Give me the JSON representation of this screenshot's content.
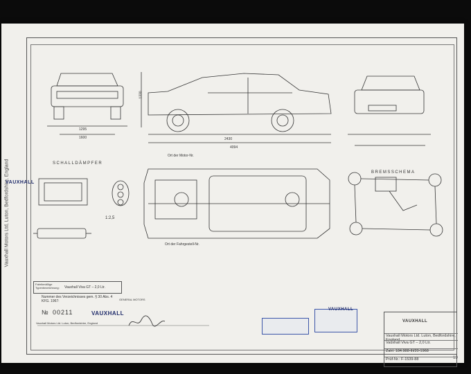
{
  "sheet": {
    "maker_side_text": "Vauxhall Motors Ltd, Luton, Bedfordshire, England",
    "brand_logo_text": "VAUXHALL",
    "section_labels": {
      "muffler": "SCHALLDÄMPFER",
      "brake_scheme": "BREMSSCHEMA"
    },
    "annotations": {
      "engine_no": "Ort der Motor-Nr.",
      "chassis_no": "Ort der Fahrgestell-Nr.",
      "scale": "1:2,5",
      "dim_wheelbase": "2430",
      "dim_length": "4094",
      "dim_track_front": "1295",
      "dim_width": "1600",
      "dim_height": "1330"
    },
    "type_box": {
      "label": "Fabrikmäßige Typenbezeichnung:",
      "value": "Vauxhall Viva GT – 2,0 Ltr."
    },
    "registry_text": "Nummer des Verzeichnisses gem. § 30 Abs. 4 KFG. 1967:",
    "serial_label": "№",
    "serial_value": "00211",
    "maker_footer": "Vauxhall Motors Ltd. Luton, Bedfordshire, England",
    "general_motors": "GENERAL MOTORS",
    "title_block": {
      "row1": "Vauxhall Motors Ltd. Luton, Bedfordshire, England",
      "row2": "Vauxhall Viva GT – 2,0 Ltr.",
      "row3": "Zahl: 184.988-III/20-1968",
      "row4": "Prüf-Nr.: F-1539-88"
    },
    "page_number": "13"
  }
}
